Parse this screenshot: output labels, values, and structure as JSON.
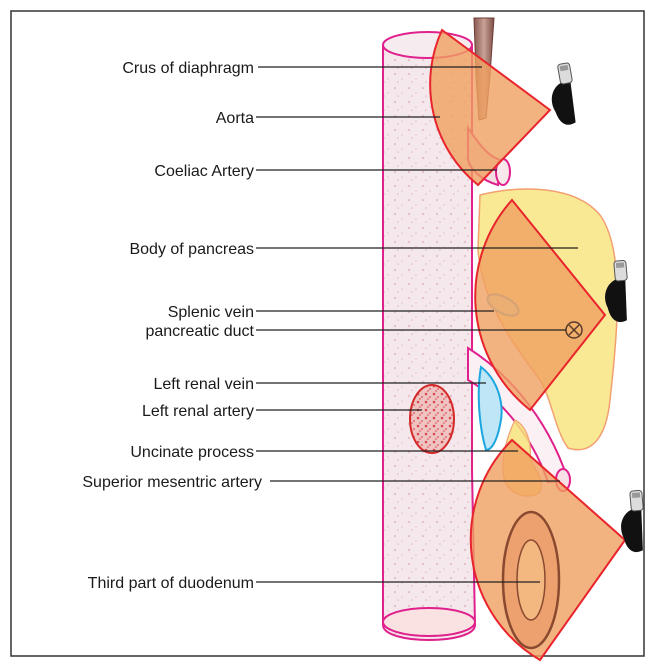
{
  "labels": {
    "crus_of_diaphragm": "Crus of diaphragm",
    "aorta": "Aorta",
    "coeliac_artery": "Coeliac Artery",
    "body_of_pancreas": "Body of pancreas",
    "splenic_vein": "Splenic vein",
    "pancreatic_duct": "pancreatic duct",
    "left_renal_vein": "Left renal vein",
    "left_renal_artery": "Left renal artery",
    "uncinate_process": "Uncinate process",
    "superior_mesentric_artery": "Superior mesentric artery",
    "third_part_of_duodenum": "Third part of duodenum"
  },
  "colors": {
    "frame": "#333333",
    "aorta_outline": "#e0208c",
    "aorta_fill": "#f3e6ea",
    "fan_fill": "#f0a060",
    "fan_outline": "#e8242c",
    "pancreas_fill": "#f7e37a",
    "pancreas_outline": "#f2a070",
    "renal_vein_fill": "#bfe6f7",
    "renal_vein_outline": "#1ba6e0",
    "renal_artery_fill": "#e8a0a0",
    "renal_artery_outline": "#d42a2a",
    "duodenum_outline": "#8a4a30",
    "probe_body": "#111111",
    "leader_line": "#222222"
  },
  "icons": [
    "ultrasound-probe-icon",
    "cross-circle-icon"
  ]
}
